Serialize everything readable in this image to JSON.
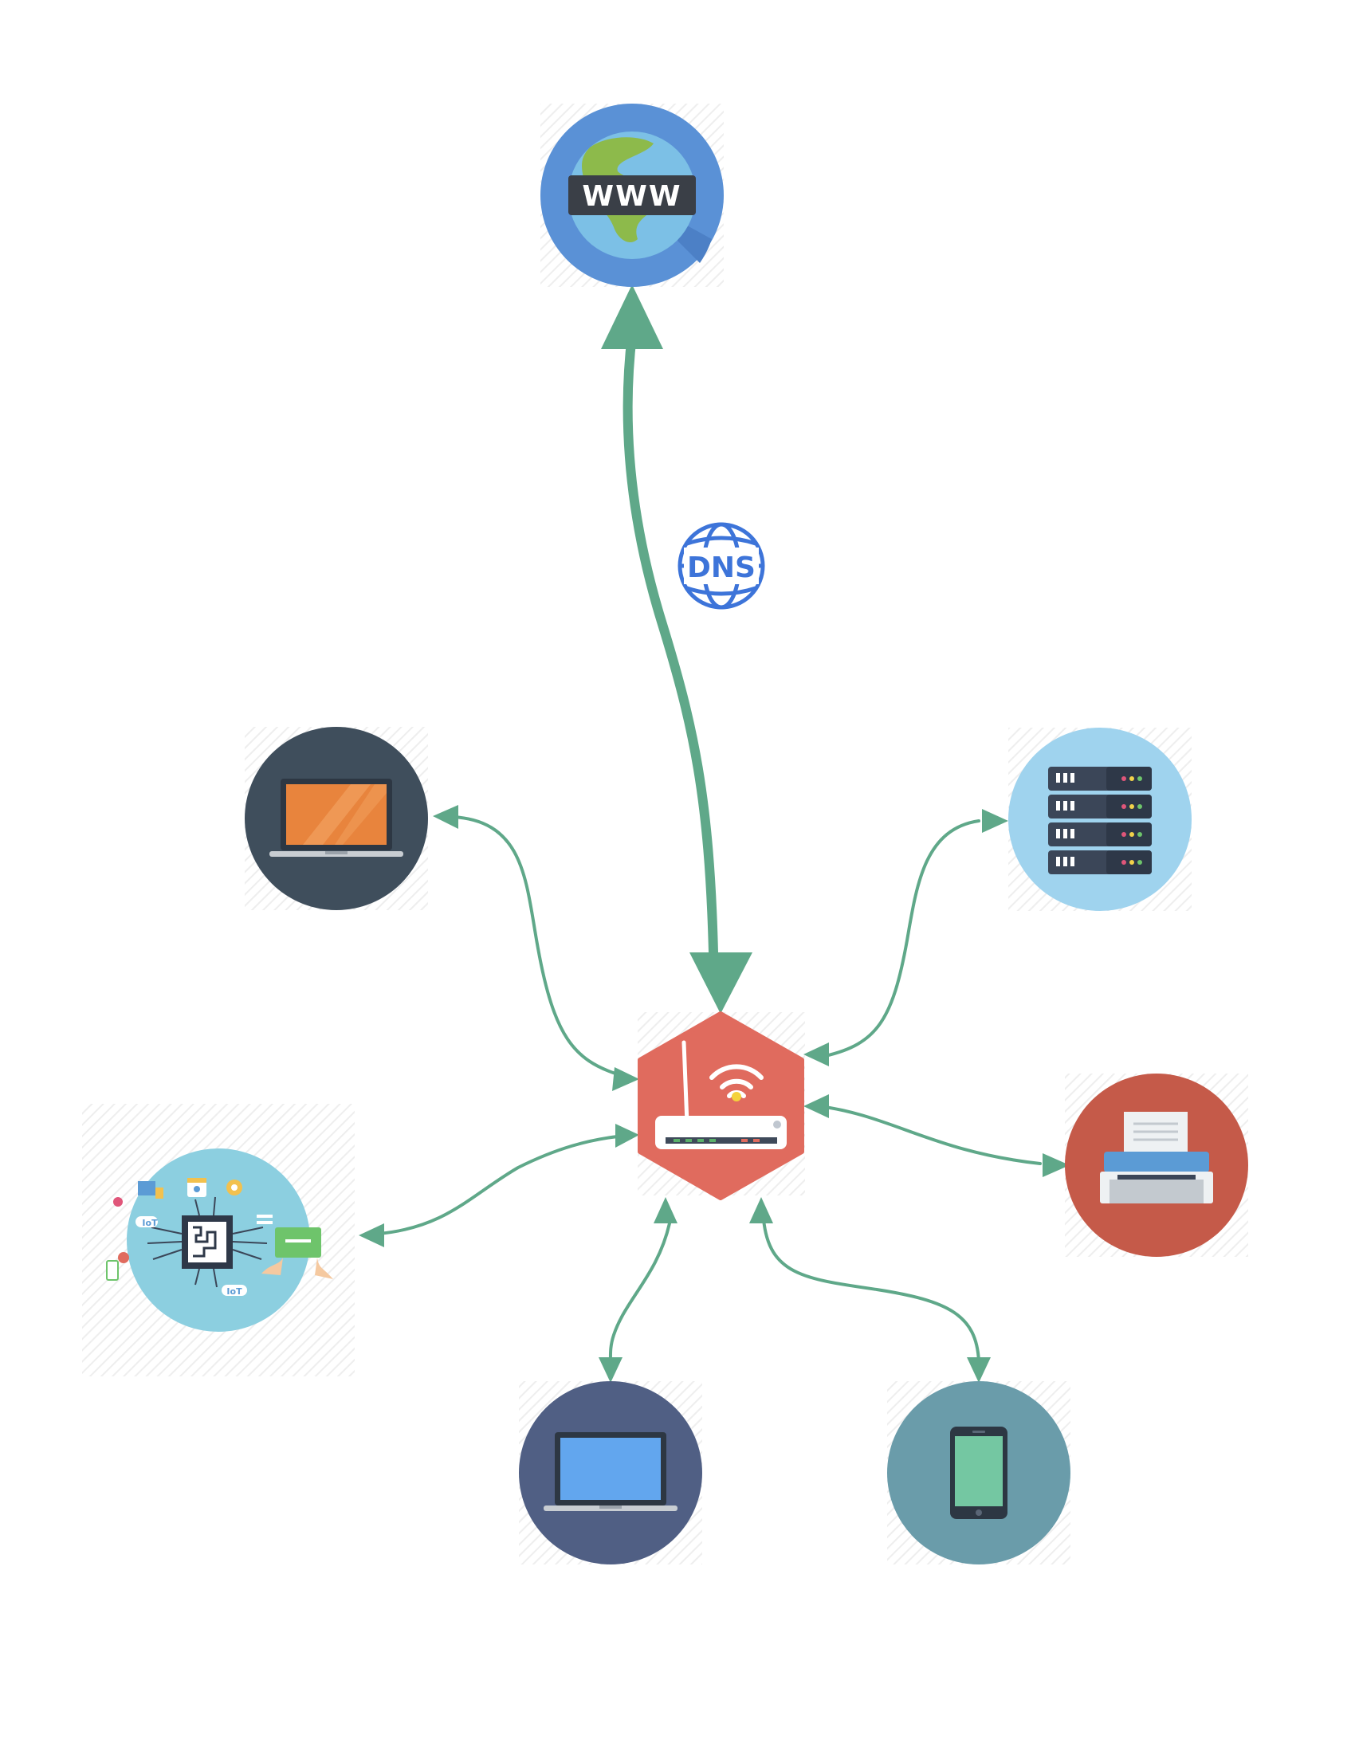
{
  "nodes": {
    "internet": {
      "label": "WWW",
      "icon": "globe-www-icon",
      "bg": "#5a91d6"
    },
    "dns": {
      "label": "DNS",
      "icon": "dns-globe-icon",
      "color": "#3d74d9"
    },
    "router": {
      "icon": "wifi-router-icon",
      "bg": "#e06b5e"
    },
    "laptop_dark": {
      "icon": "laptop-orange-screen-icon",
      "bg": "#3f4e5c"
    },
    "server": {
      "icon": "server-rack-icon",
      "bg": "#9fd3ee"
    },
    "printer": {
      "icon": "printer-icon",
      "bg": "#c55a49"
    },
    "iot": {
      "label": "IoT",
      "icon": "iot-chip-icon",
      "bg": "#8ccfe0"
    },
    "laptop_blue": {
      "icon": "laptop-blue-screen-icon",
      "bg": "#505f84"
    },
    "phone": {
      "icon": "smartphone-icon",
      "bg": "#6a9caa"
    }
  },
  "colors": {
    "edge": "#5fa889"
  }
}
